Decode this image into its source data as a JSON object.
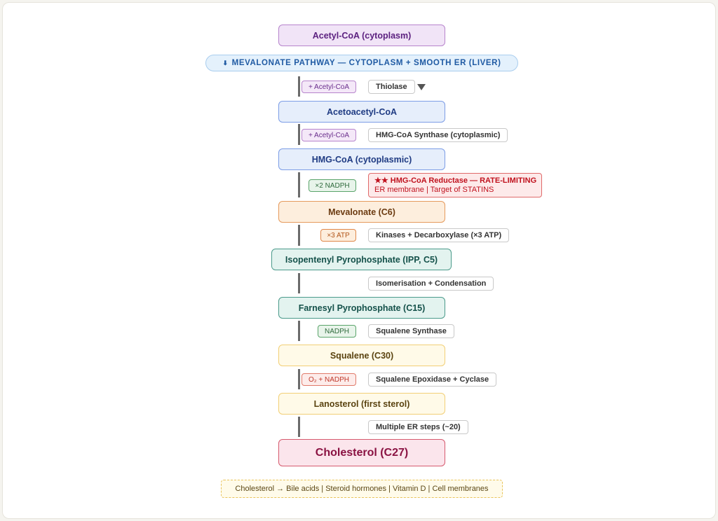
{
  "diagram": {
    "nodes": [
      {
        "id": "acetyl-coa",
        "label": "Acetyl-CoA (cytoplasm)",
        "color": "purple"
      },
      {
        "id": "acetoacetyl-coa",
        "label": "Acetoacetyl-CoA",
        "color": "blue"
      },
      {
        "id": "hmg-coa",
        "label": "HMG-CoA (cytoplasmic)",
        "color": "blue"
      },
      {
        "id": "mevalonate",
        "label": "Mevalonate (C6)",
        "color": "orange"
      },
      {
        "id": "ipp",
        "label": "Isopentenyl Pyrophosphate (IPP, C5)",
        "color": "teal"
      },
      {
        "id": "fpp",
        "label": "Farnesyl Pyrophosphate (C15)",
        "color": "teal"
      },
      {
        "id": "squalene",
        "label": "Squalene (C30)",
        "color": "yellow"
      },
      {
        "id": "lanosterol",
        "label": "Lanosterol (first sterol)",
        "color": "yellow"
      },
      {
        "id": "cholesterol",
        "label": "Cholesterol (C27)",
        "color": "pink"
      }
    ],
    "banner": {
      "icon": "down-arrow-icon",
      "arrow": "⬇",
      "label": "MEVALONATE PATHWAY — CYTOPLASM + SMOOTH ER (LIVER)"
    },
    "steps": [
      {
        "cofactor": "+ Acetyl-CoA",
        "cofactor_color": "purple",
        "enzyme": "Thiolase",
        "has_dropdown": true
      },
      {
        "cofactor": "+ Acetyl-CoA",
        "cofactor_color": "purple",
        "enzyme": "HMG-CoA Synthase (cytoplasmic)"
      },
      {
        "cofactor": "×2 NADPH",
        "cofactor_color": "green",
        "enzyme": "★★ HMG-CoA Reductase — RATE-LIMITING",
        "enzyme_note": "ER membrane | Target of STATINS",
        "rate_limiting": true
      },
      {
        "cofactor": "×3 ATP",
        "cofactor_color": "orange",
        "enzyme": "Kinases + Decarboxylase (×3 ATP)"
      },
      {
        "cofactor": null,
        "enzyme": "Isomerisation + Condensation"
      },
      {
        "cofactor": "NADPH",
        "cofactor_color": "green",
        "enzyme": "Squalene Synthase"
      },
      {
        "cofactor": "O₂ + NADPH",
        "cofactor_color": "red",
        "enzyme": "Squalene Epoxidase + Cyclase"
      },
      {
        "cofactor": null,
        "enzyme": "Multiple ER steps (~20)"
      }
    ],
    "fates": "Cholesterol → Bile acids | Steroid hormones | Vitamin D | Cell membranes"
  },
  "colors": {
    "purple": "#5c2180",
    "blue": "#1f3b83",
    "orange": "#6b3a10",
    "teal": "#14514a",
    "yellow": "#5a4310",
    "pink": "#8a1242",
    "rate_limiting_red": "#c0121e",
    "banner_blue": "#1f5aa3"
  }
}
